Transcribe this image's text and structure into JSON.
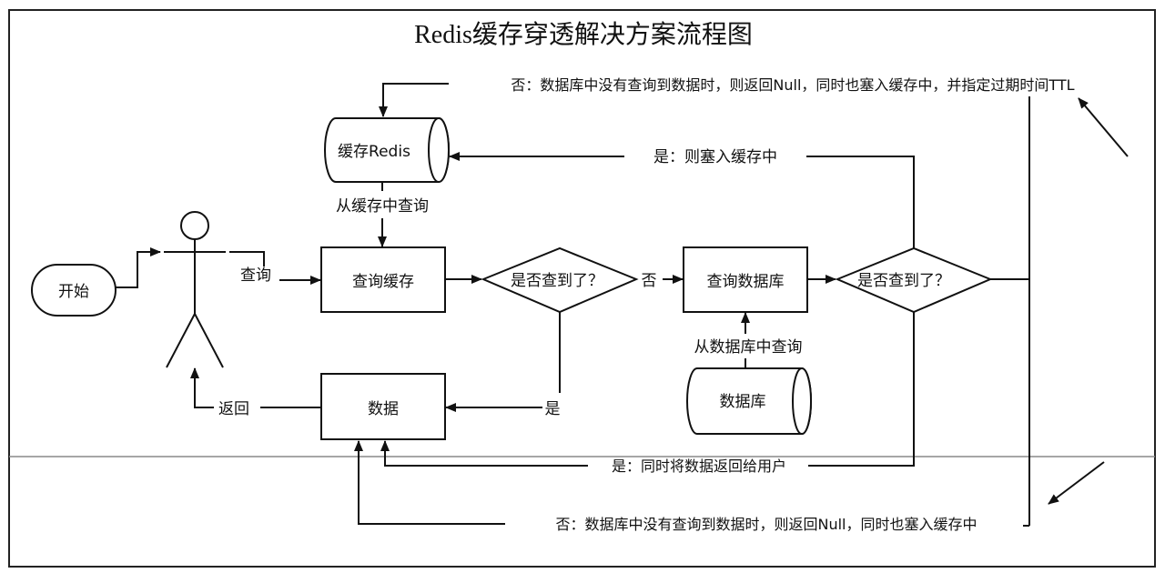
{
  "title": "Redis缓存穿透解决方案流程图",
  "nodes": {
    "start": "开始",
    "redis_cache": "缓存Redis",
    "query_cache": "查询缓存",
    "decision_cache": "是否查到了？",
    "query_db": "查询数据库",
    "decision_db": "是否查到了？",
    "data": "数据",
    "database": "数据库"
  },
  "edge_labels": {
    "query": "查询",
    "from_cache": "从缓存中查询",
    "no_to_db": "否",
    "yes_to_data": "是",
    "from_db": "从数据库中查询",
    "return": "返回",
    "yes_put_cache": "是：则塞入缓存中",
    "no_null_ttl": "否：数据库中没有查询到数据时，则返回Null，同时也塞入缓存中，并指定过期时间TTL",
    "yes_return_user": "是：同时将数据返回给用户",
    "no_null": "否：数据库中没有查询到数据时，则返回Null，同时也塞入缓存中"
  },
  "actor": "user"
}
